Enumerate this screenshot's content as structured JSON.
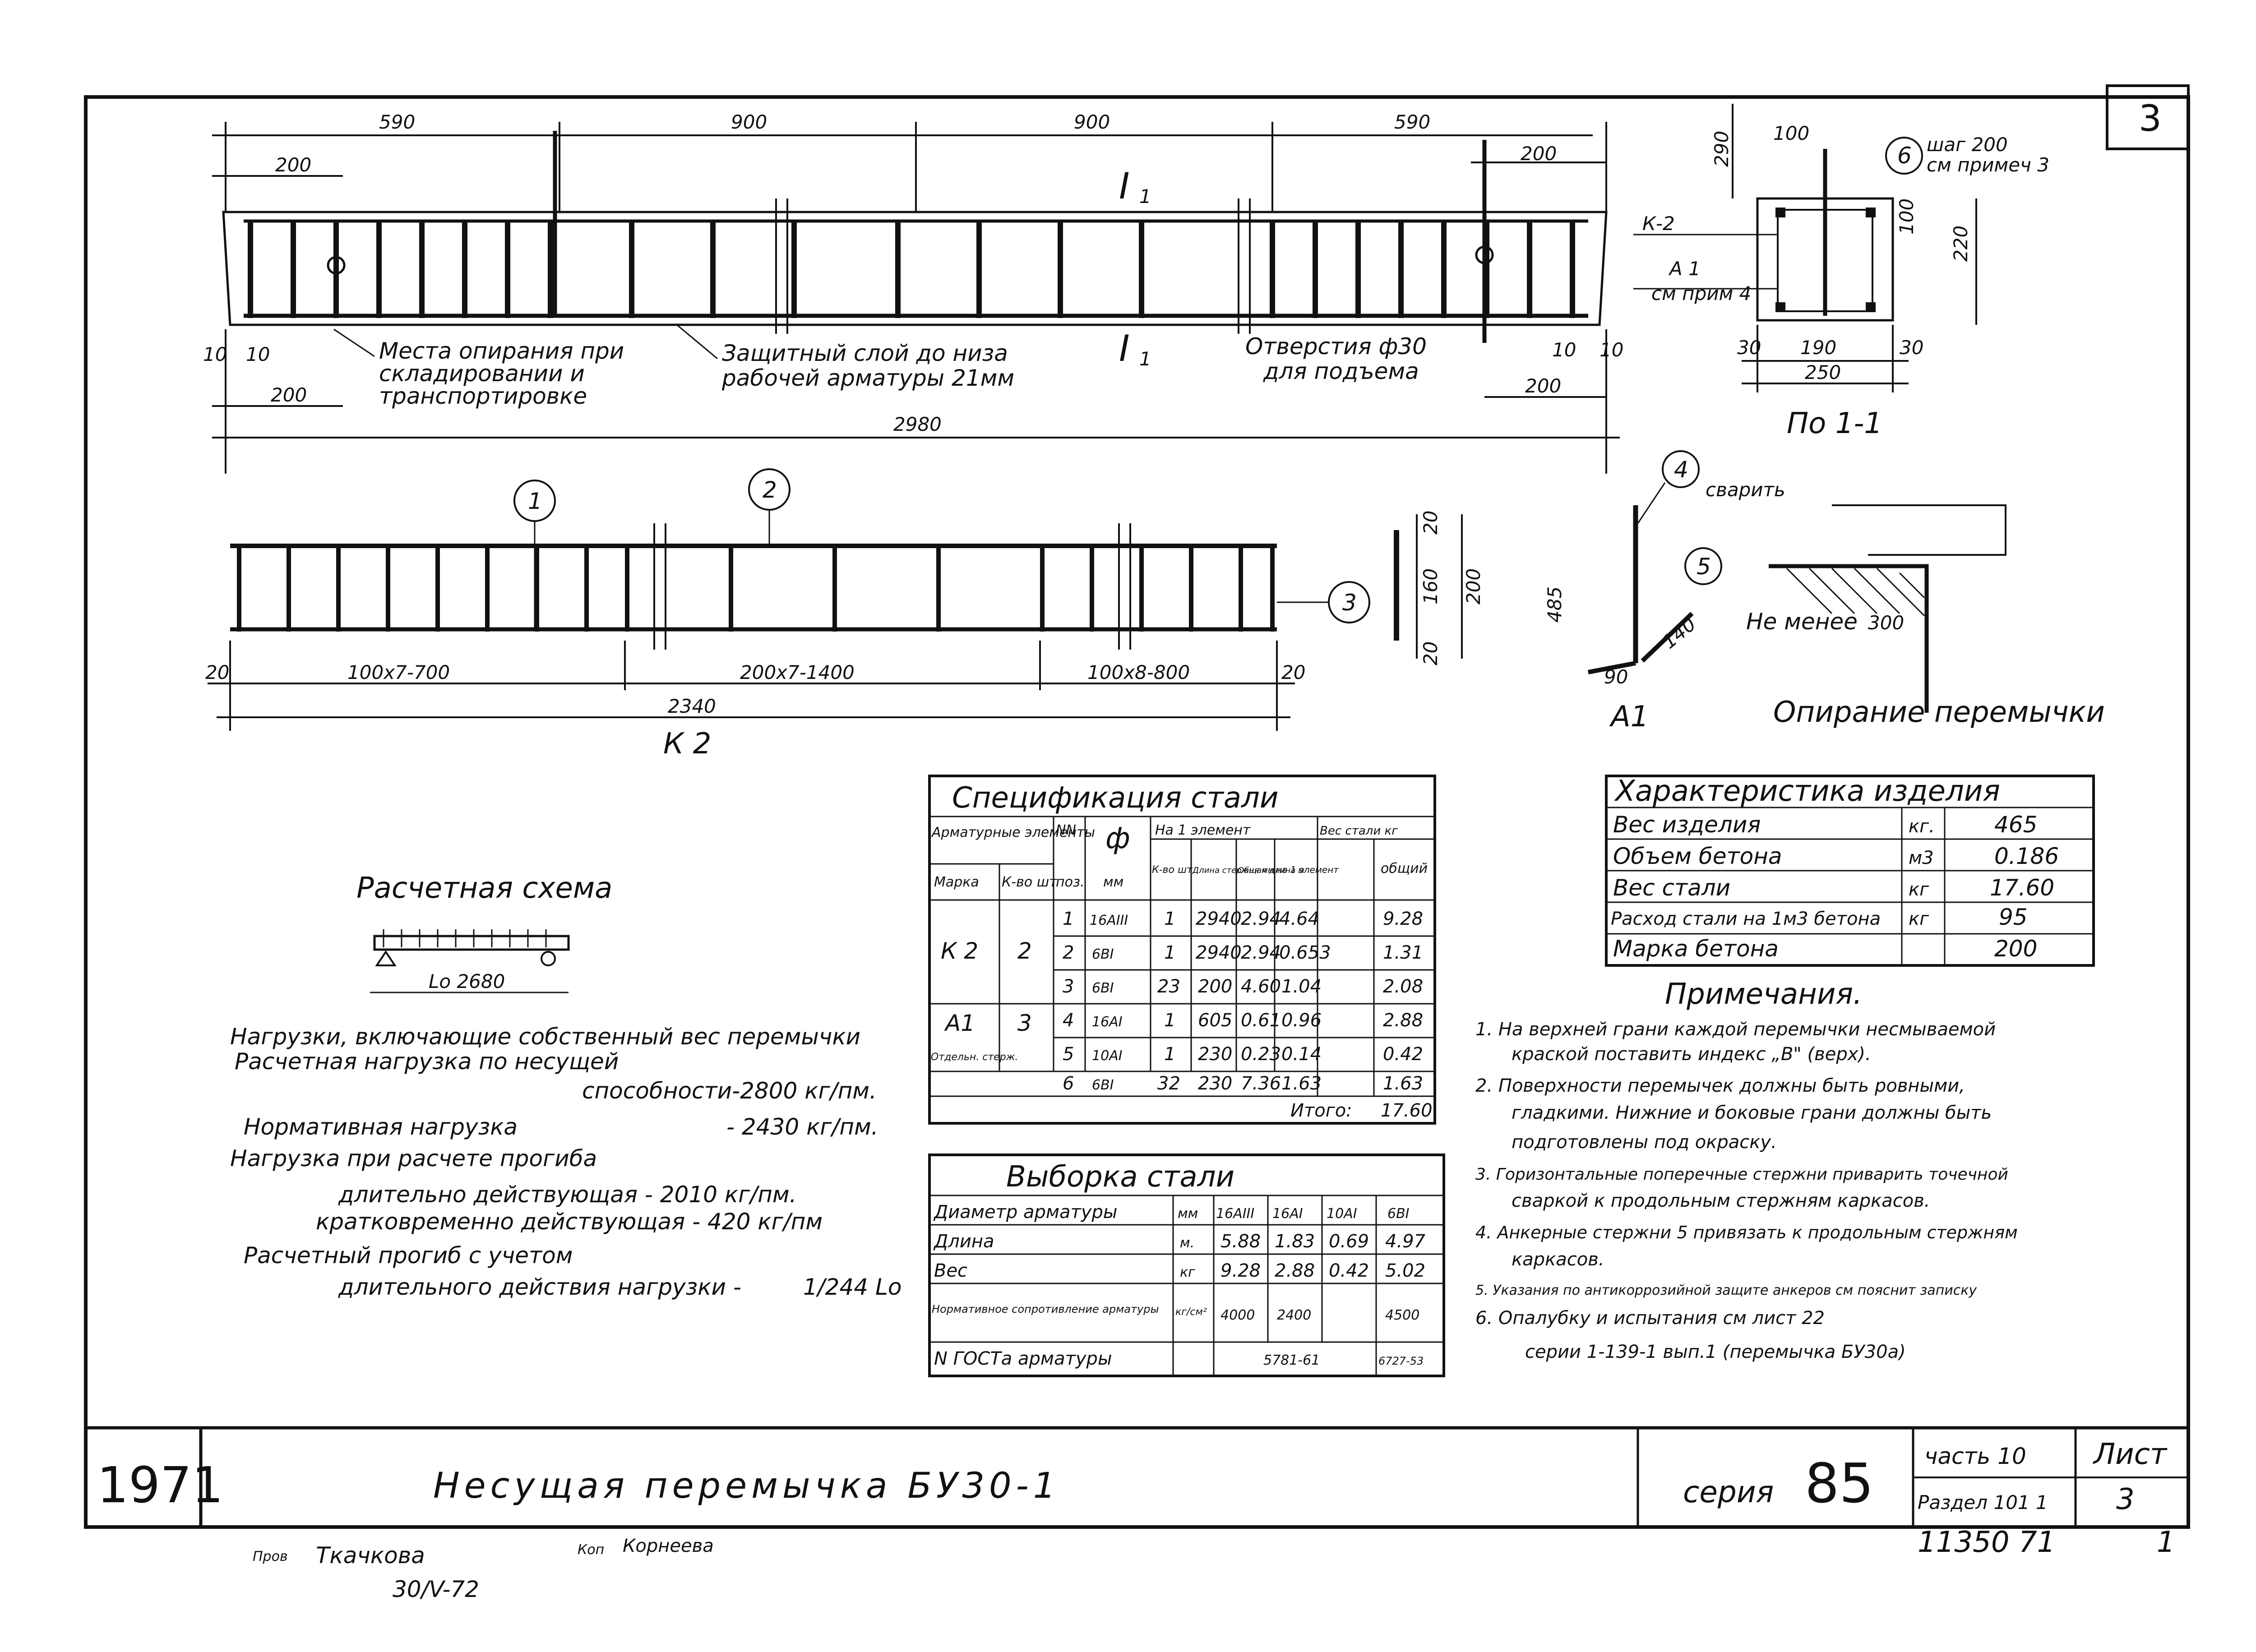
{
  "sheet": {
    "sheet_no_box": "3",
    "year": "1971",
    "title": "Несущая перемычка БУ30-1",
    "series_label": "серия",
    "series_no": "85",
    "part": "часть 10",
    "section": "Раздел 101 1",
    "list_label": "Лист",
    "list_no": "3",
    "signatures": [
      "Пров",
      "Ткачкова",
      "Коп",
      "Корнеева",
      "30/V-72"
    ],
    "archive_no": "11350 71",
    "archive_suffix": "1"
  },
  "elevation": {
    "top_dims": [
      "590",
      "900",
      "900",
      "590"
    ],
    "dim_200_left": "200",
    "dim_200_right": "200",
    "section_mark": "I",
    "section_sub": "1",
    "note_support": [
      "Места опирания при",
      "складировании и",
      "транспортировке"
    ],
    "note_cover": [
      "Защитный слой до низа",
      "рабочей арматуры 21мм"
    ],
    "note_holes": [
      "Отверстия ф30",
      "для подъема"
    ],
    "dim_10a": "10",
    "dim_10b": "10",
    "dim_10c": "10",
    "dim_10d": "10",
    "dim_200_bl": "200",
    "dim_200_br": "200",
    "total": "2980"
  },
  "section": {
    "d290": "290",
    "d100": "100",
    "callout": "6",
    "step": "шаг 200",
    "note3": "см примеч 3",
    "k2": "К-2",
    "a1": "А 1",
    "note4": "см прим 4",
    "d100v": "100",
    "d220": "220",
    "d30a": "30",
    "d190": "190",
    "d30b": "30",
    "d250": "250",
    "label": "По 1-1"
  },
  "frame": {
    "c1": "1",
    "c2": "2",
    "c3": "3",
    "d20a": "20",
    "seg1": "100x7-700",
    "seg2": "200x7-1400",
    "seg3": "100x8-800",
    "d20b": "20",
    "total": "2340",
    "label": "К 2",
    "v20a": "20",
    "v160": "160",
    "v200": "200",
    "v20b": "20"
  },
  "a1": {
    "c4": "4",
    "weld": "сварить",
    "c5": "5",
    "d485": "485",
    "d90": "90",
    "d140": "140",
    "label": "А1"
  },
  "support": {
    "not_less": "Не менее",
    "d300": "300",
    "label": "Опирание перемычки"
  },
  "calc": {
    "title": "Расчетная схема",
    "span": "Lo 2680",
    "loads_heading": "Нагрузки, включающие собственный вес перемычки",
    "design_load": "Расчетная нагрузка по несущей",
    "design_load2": "способности-2800 кг/пм.",
    "norm_load": "Нормативная нагрузка",
    "norm_value": "- 2430 кг/пм.",
    "defl_heading": "Нагрузка при расчете прогиба",
    "long_load": "длительно действующая - 2010 кг/пм.",
    "short_load": "кратковременно действующая - 420 кг/пм",
    "defl": "Расчетный прогиб с учетом",
    "defl2": "длительного действия нагрузки -",
    "defl_val": "1/244 Lo"
  },
  "spec": {
    "title": "Спецификация стали",
    "h_elements": "Арматурные элементы",
    "h_nn": "NN",
    "h_mark": "Марка",
    "h_count": "К-во шт",
    "h_pos": "поз.",
    "h_dia": "ф",
    "h_mm": "мм",
    "h_per_el": "На 1 элемент",
    "h_qty": "К-во шт",
    "h_len": "Длина стержня мм",
    "h_tot_len": "Общая длина м",
    "h_steel_wt": "Вес стали кг",
    "h_per": "на 1 элемент",
    "h_total": "общий",
    "groups": [
      {
        "mark": "К 2",
        "count": "2"
      },
      {
        "mark": "А1",
        "count": "3"
      },
      {
        "mark": "Отдельн. стерж.",
        "count": ""
      }
    ],
    "rows": [
      [
        "1",
        "16AIII",
        "1",
        "2940",
        "2.94",
        "4.64",
        "9.28"
      ],
      [
        "2",
        "6BI",
        "1",
        "2940",
        "2.94",
        "0.653",
        "1.31"
      ],
      [
        "3",
        "6BI",
        "23",
        "200",
        "4.60",
        "1.04",
        "2.08"
      ],
      [
        "4",
        "16AI",
        "1",
        "605",
        "0.61",
        "0.96",
        "2.88"
      ],
      [
        "5",
        "10AI",
        "1",
        "230",
        "0.23",
        "0.14",
        "0.42"
      ],
      [
        "6",
        "6BI",
        "32",
        "230",
        "7.36",
        "1.63",
        "1.63"
      ]
    ],
    "total_label": "Итого:",
    "total": "17.60"
  },
  "sample": {
    "title": "Выборка стали",
    "col0": "Диаметр арматуры",
    "unit_mm": "мм",
    "diameters": [
      "16AIII",
      "16AI",
      "10AI",
      "6BI"
    ],
    "len_label": "Длина",
    "len_unit": "м.",
    "lengths": [
      "5.88",
      "1.83",
      "0.69",
      "4.97"
    ],
    "wt_label": "Вес",
    "wt_unit": "кг",
    "weights": [
      "9.28",
      "2.88",
      "0.42",
      "5.02"
    ],
    "res_label": "Нормативное сопротивление арматуры",
    "res_unit": "кг/см²",
    "res_a": "4000",
    "res_b": "2400",
    "res_c": "4500",
    "gost_label": "N ГОСТа арматуры",
    "gost_a": "5781-61",
    "gost_b": "6727-53"
  },
  "props": {
    "title": "Характеристика изделия",
    "rows": [
      [
        "Вес изделия",
        "кг.",
        "465"
      ],
      [
        "Объем бетона",
        "м3",
        "0.186"
      ],
      [
        "Вес стали",
        "кг",
        "17.60"
      ],
      [
        "Расход стали на 1м3 бетона",
        "кг",
        "95"
      ],
      [
        "Марка бетона",
        "",
        "200"
      ]
    ]
  },
  "notes": {
    "title": "Примечания.",
    "items": [
      "1. На верхней грани каждой перемычки несмываемой",
      "краской поставить индекс „В\" (верх).",
      "2. Поверхности перемычек должны быть ровными,",
      "гладкими. Нижние и боковые грани должны быть",
      "подготовлены под окраску.",
      "3. Горизонтальные поперечные стержни приварить точечной",
      "сваркой к продольным стержням каркасов.",
      "4. Анкерные стержни 5 привязать к продольным стержням",
      "каркасов.",
      "5. Указания по антикоррозийной защите анкеров см пояснит записку",
      "6. Опалубку и испытания см лист 22",
      "серии 1-139-1 вып.1 (перемычка БУ30а)"
    ]
  }
}
